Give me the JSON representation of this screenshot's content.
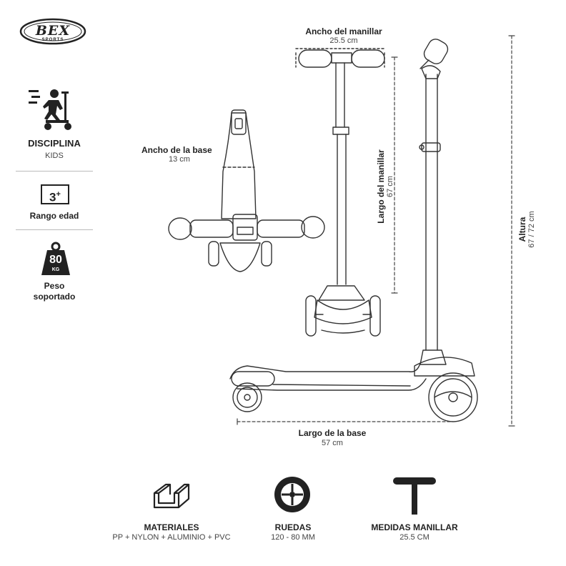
{
  "brand": {
    "logo_text": "BEX",
    "logo_sub": "SPORTS"
  },
  "specs": {
    "discipline_label": "DISCIPLINA",
    "discipline_value": "KIDS",
    "age_badge": "3",
    "age_badge_sup": "+",
    "age_label": "Rango edad",
    "weight_badge": "80",
    "weight_unit": "KG",
    "weight_label_1": "Peso",
    "weight_label_2": "soportado"
  },
  "dimensions": {
    "handlebar_width_label": "Ancho del manillar",
    "handlebar_width_value": "25.5 cm",
    "base_width_label": "Ancho de la base",
    "base_width_value": "13 cm",
    "handlebar_length_label": "Largo del manillar",
    "handlebar_length_value": "67 cm",
    "height_label": "Altura",
    "height_value": "67 / 72  cm",
    "base_length_label": "Largo de la base",
    "base_length_value": "57 cm"
  },
  "features": [
    {
      "icon": "channel-profile-icon",
      "title": "MATERIALES",
      "value": "PP + NYLON + ALUMINIO + PVC"
    },
    {
      "icon": "wheel-icon",
      "title": "RUEDAS",
      "value": "120 - 80 MM"
    },
    {
      "icon": "t-bar-handlebar-icon",
      "title": "MEDIDAS MANILLAR",
      "value": "25.5 CM"
    }
  ]
}
